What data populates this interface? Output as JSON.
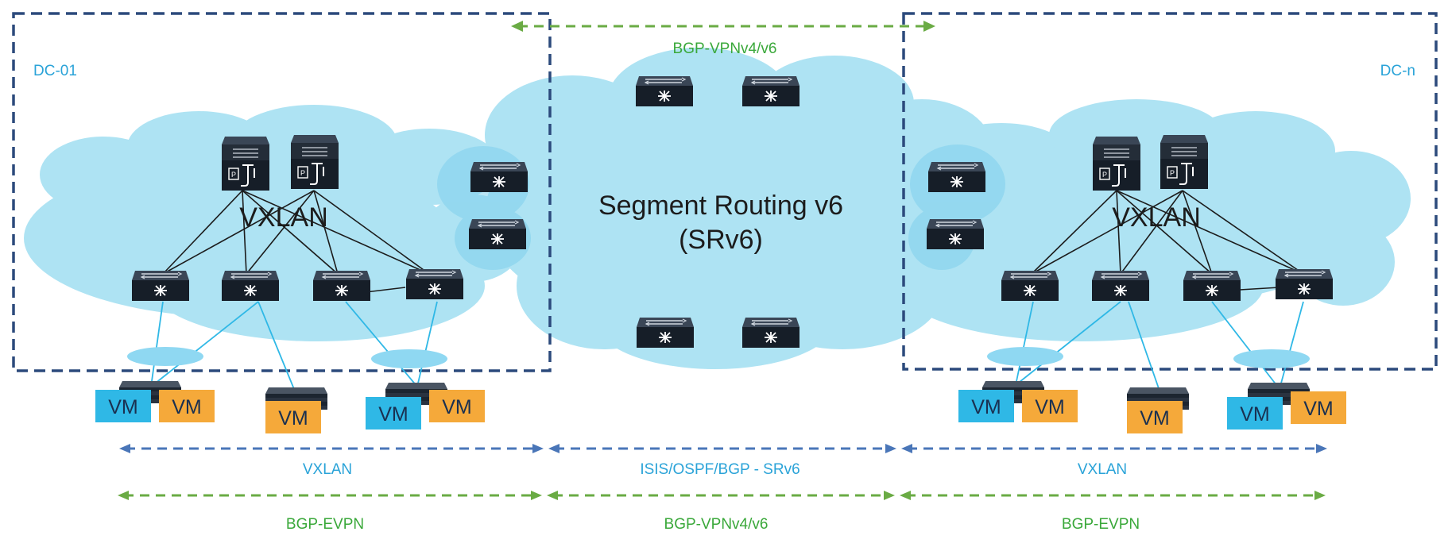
{
  "top_protocol": "BGP-VPNv4/v6",
  "dc_left_label": "DC-01",
  "dc_right_label": "DC-n",
  "core_title_line1": "Segment Routing v6",
  "core_title_line2": "(SRv6)",
  "vxlan_left": "VXLAN",
  "vxlan_right": "VXLAN",
  "vm_label": "VM",
  "bottom_row1": [
    "VXLAN",
    "ISIS/OSPF/BGP - SRv6",
    "VXLAN"
  ],
  "bottom_row2": [
    "BGP-EVPN",
    "BGP-VPNv4/v6",
    "BGP-EVPN"
  ],
  "colors": {
    "cloud": "#aee3f3",
    "cloud_edge": "#7fd0ec",
    "dashed_box": "#2c4a7c",
    "blue_arrow": "#4a76b8",
    "green_arrow": "#6aab44",
    "green_text": "#3aa83a",
    "blue_text": "#2aa3d8",
    "vm_blue": "#2fb8e6",
    "vm_orange": "#f5a93a",
    "device": "#1c2530"
  }
}
